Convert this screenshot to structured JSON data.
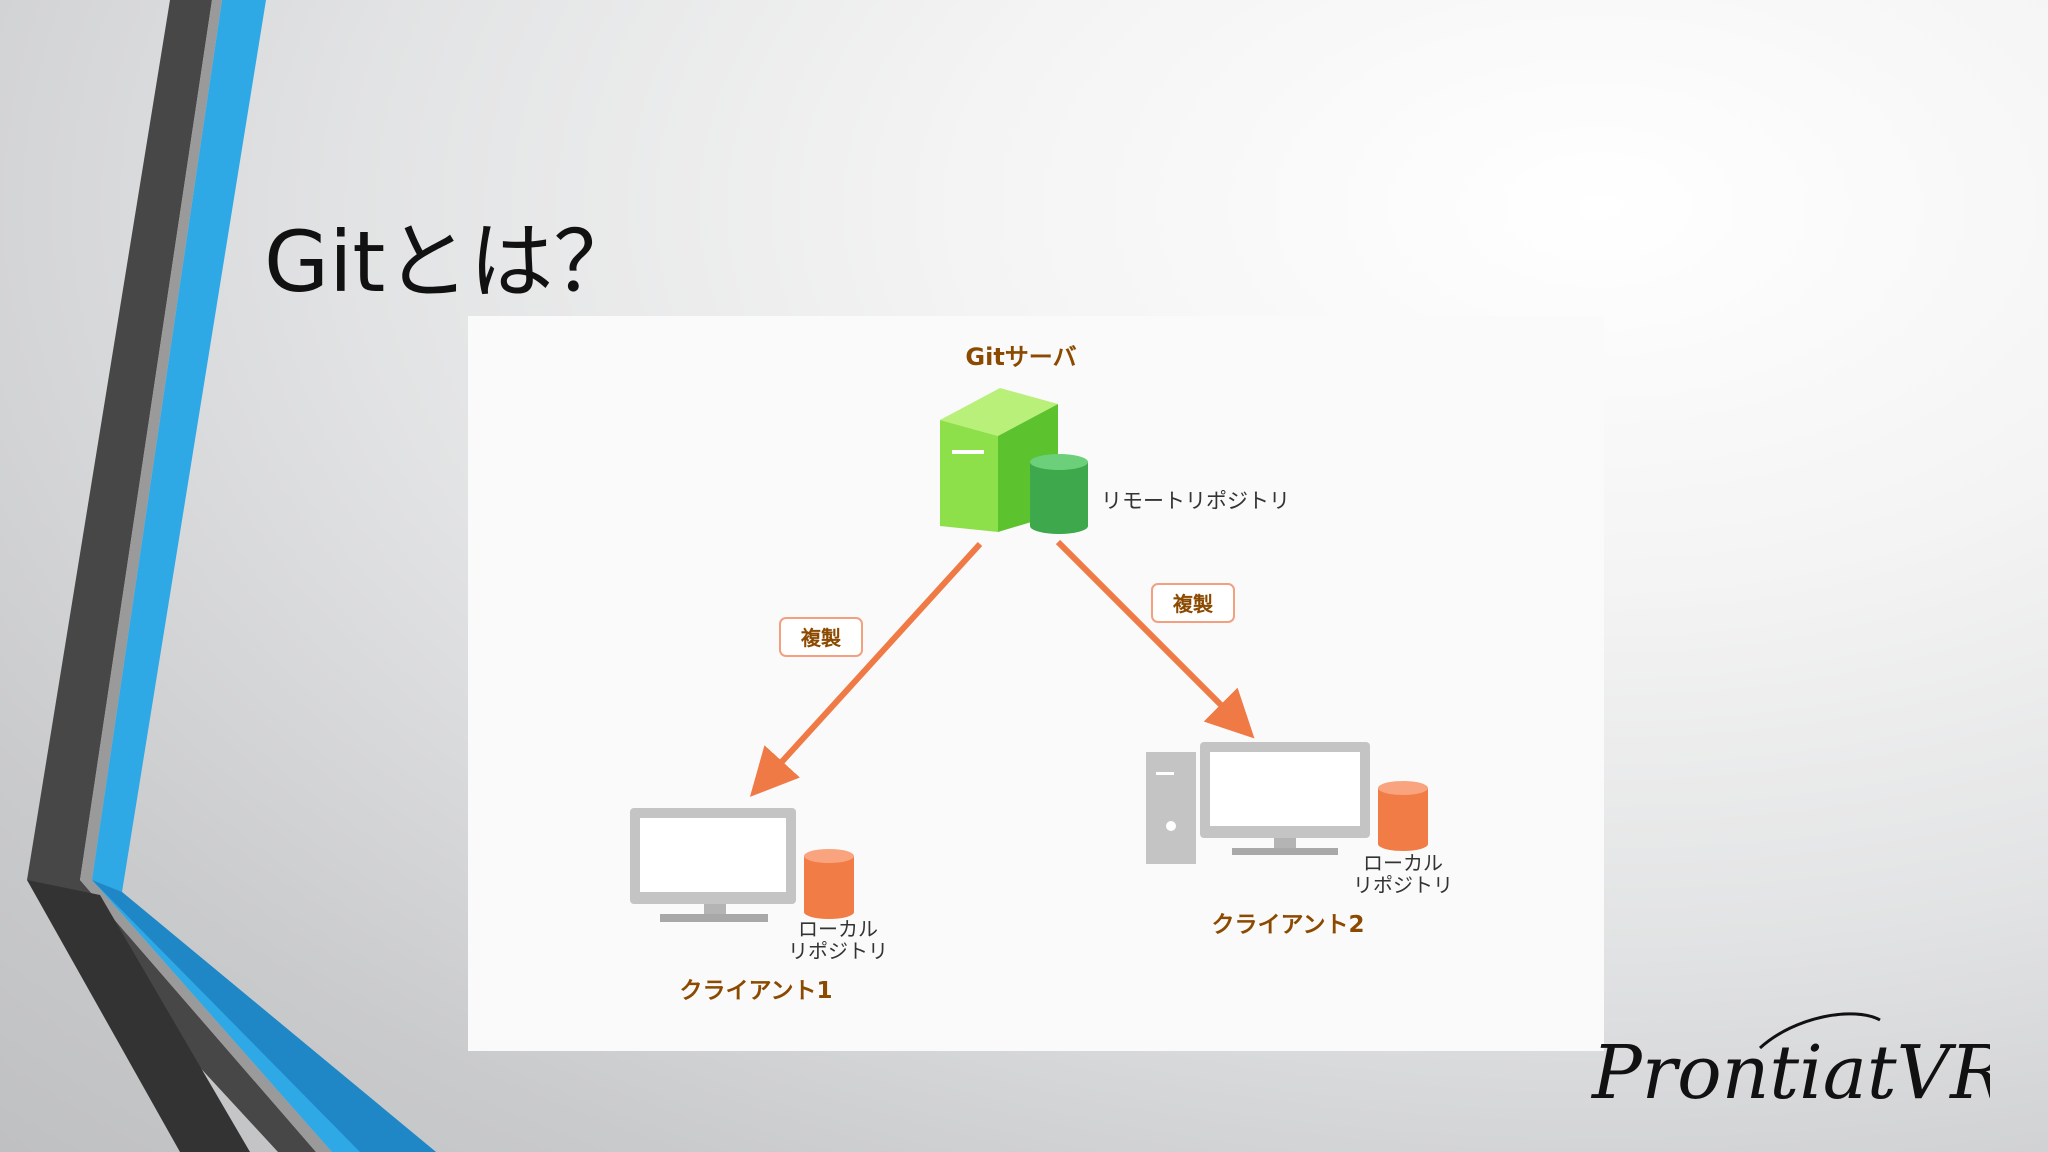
{
  "slide": {
    "title": "Gitとは？",
    "logo_text": "ProntiatVR",
    "colors": {
      "accent_blue": "#2fa8e6",
      "accent_dark": "#4a4a4a",
      "arrow": "#f07a45",
      "label_brown": "#8b4a00",
      "server_green": "#8ee04a",
      "repo_green": "#3ea84c",
      "repo_orange": "#f27c45",
      "badge_border": "#f2a080"
    }
  },
  "diagram": {
    "server": {
      "title": "Gitサーバ",
      "repository_label": "リモートリポジトリ",
      "icon": "server-icon"
    },
    "arrows": {
      "left_label": "複製",
      "right_label": "複製"
    },
    "client1": {
      "name": "クライアント1",
      "repo_line1": "ローカル",
      "repo_line2": "リポジトリ",
      "icon": "monitor-icon"
    },
    "client2": {
      "name": "クライアント2",
      "repo_line1": "ローカル",
      "repo_line2": "リポジトリ",
      "icon": "desktop-pc-icon"
    }
  }
}
